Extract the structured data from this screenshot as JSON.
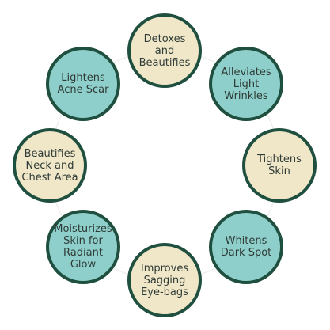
{
  "diagram": {
    "nodes": [
      {
        "label": "Detoxes and Beautifies",
        "color": "beige"
      },
      {
        "label": "Alleviates Light Wrinkles",
        "color": "teal"
      },
      {
        "label": "Tightens Skin",
        "color": "beige"
      },
      {
        "label": "Whitens Dark Spot",
        "color": "teal"
      },
      {
        "label": "Improves Sagging Eye-bags",
        "color": "beige"
      },
      {
        "label": "Moisturizes Skin for Radiant Glow",
        "color": "teal"
      },
      {
        "label": "Beautifies Neck and Chest Area",
        "color": "beige"
      },
      {
        "label": "Lightens Acne Scar",
        "color": "teal"
      }
    ],
    "colors": {
      "beige": "#f0e6c8",
      "teal": "#8fcfcb",
      "border": "#1f4f3f",
      "text": "#2e3b36",
      "ring": "#eeeeee"
    }
  }
}
